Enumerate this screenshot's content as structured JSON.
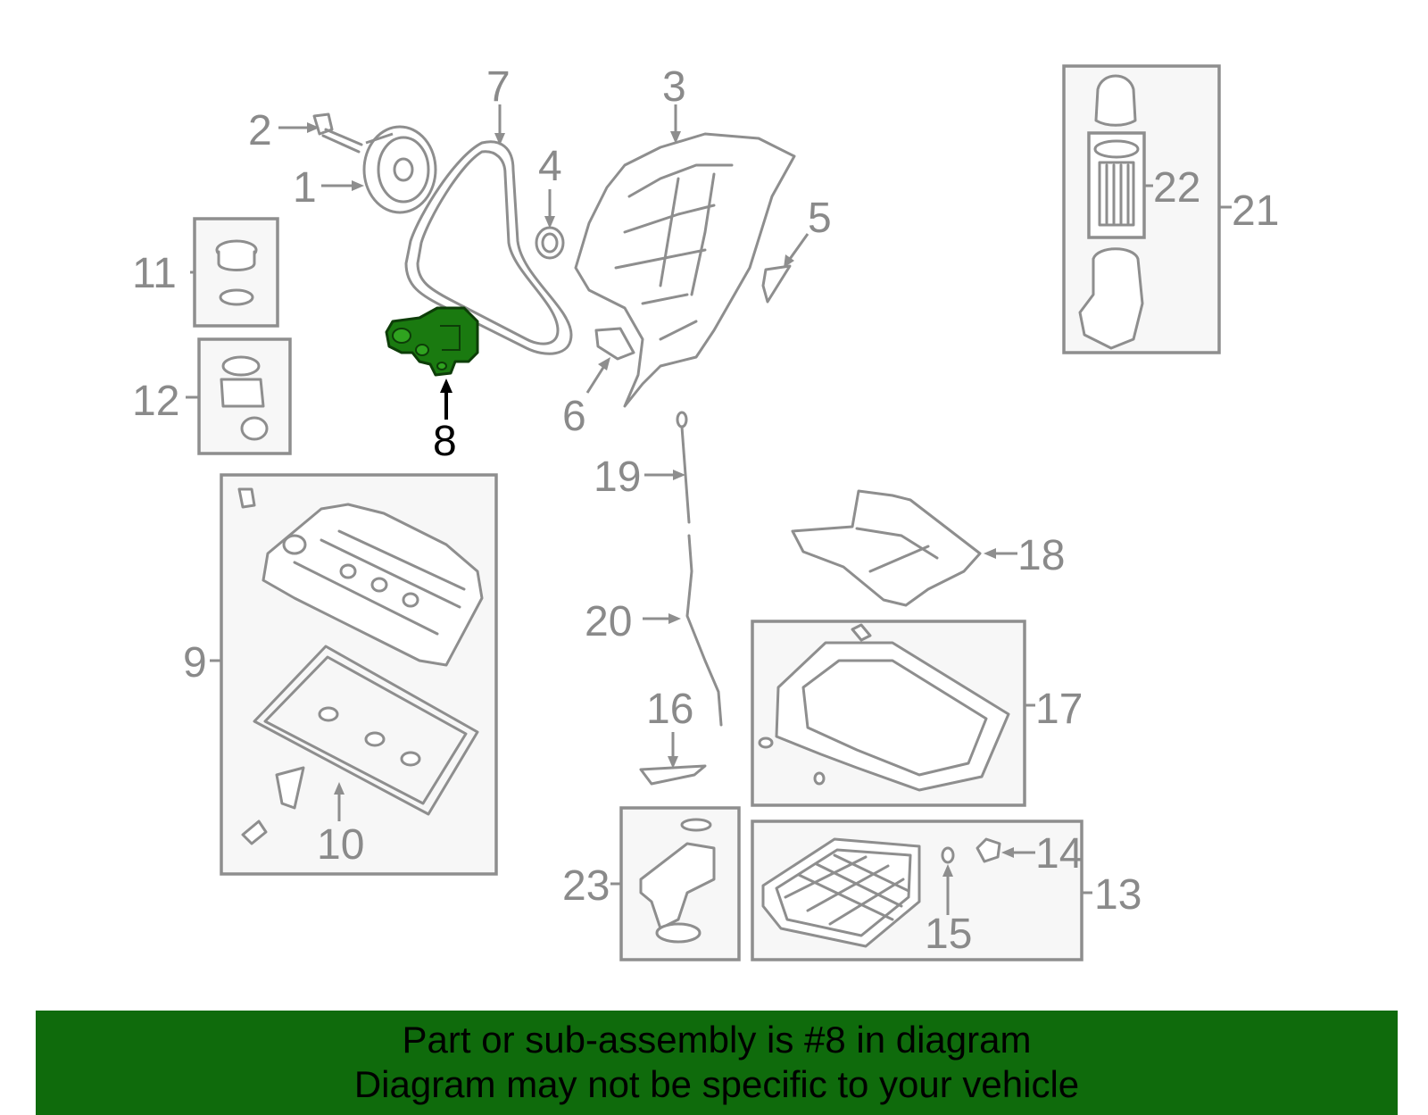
{
  "diagram": {
    "highlight_color": "#1a7a10",
    "highlighted_part": "8",
    "callouts": {
      "c1": "1",
      "c2": "2",
      "c3": "3",
      "c4": "4",
      "c5": "5",
      "c6": "6",
      "c7": "7",
      "c8": "8",
      "c9": "9",
      "c10": "10",
      "c11": "11",
      "c12": "12",
      "c13": "13",
      "c14": "14",
      "c15": "15",
      "c16": "16",
      "c17": "17",
      "c18": "18",
      "c19": "19",
      "c20": "20",
      "c21": "21",
      "c22": "22",
      "c23": "23"
    }
  },
  "banner": {
    "background": "#0f6b0c",
    "line1": "Part or sub-assembly is #8 in diagram",
    "line2": "Diagram may not be specific to your vehicle"
  }
}
